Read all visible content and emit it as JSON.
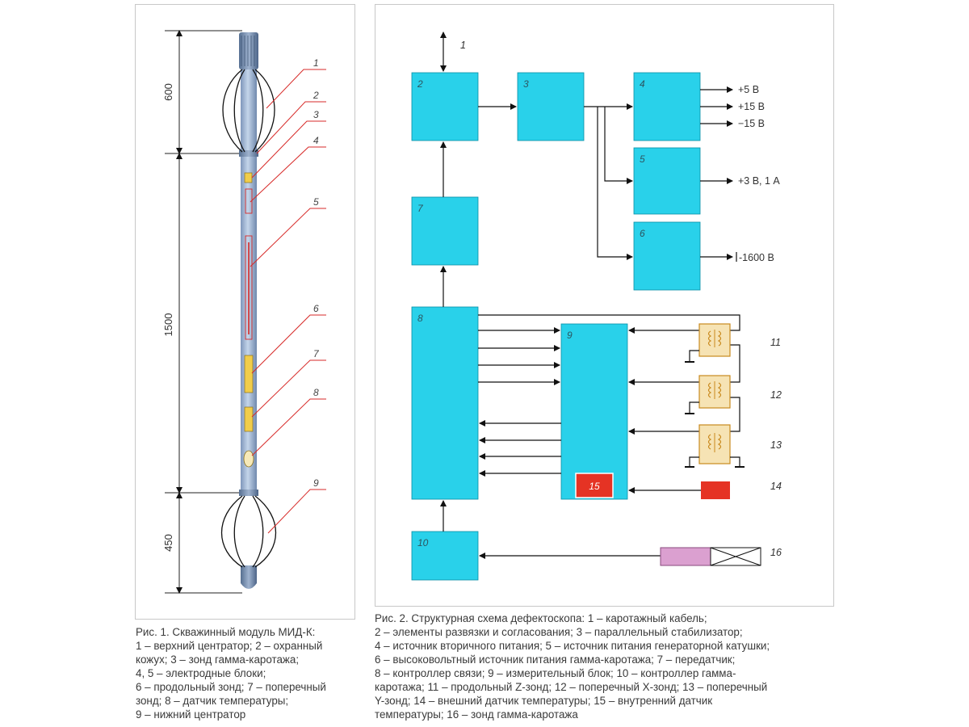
{
  "fig1": {
    "dimensions": [
      "600",
      "1500",
      "450"
    ],
    "callouts": [
      "1",
      "2",
      "3",
      "4",
      "5",
      "6",
      "7",
      "8",
      "9"
    ],
    "caption": [
      "Рис. 1. Скважинный модуль МИД-К:",
      "1 – верхний центратор; 2 – охранный",
      "кожух; 3 – зонд гамма-каротажа;",
      "4, 5 – электродные блоки;",
      "6 – продольный зонд; 7 – поперечный",
      "зонд; 8 – датчик температуры;",
      "9 – нижний центратор"
    ]
  },
  "fig2": {
    "blocks": {
      "b2": "2",
      "b3": "3",
      "b4": "4",
      "b5": "5",
      "b6": "6",
      "b7": "7",
      "b8": "8",
      "b9": "9",
      "b10": "10",
      "b15": "15"
    },
    "labels": {
      "cable": "1",
      "out_p5": "+5 В",
      "out_p15": "+15 В",
      "out_m15": "−15 В",
      "out_3v": "+3 В, 1 А",
      "out_1600": "-1600 В",
      "z11": "11",
      "z12": "12",
      "z13": "13",
      "z14": "14",
      "z16": "16"
    },
    "caption": [
      "Рис. 2. Структурная схема дефектоскопа: 1 – каротажный кабель;",
      "2 – элементы развязки и согласования; 3 – параллельный стабилизатор;",
      "4 – источник вторичного питания; 5 – источник питания генераторной катушки;",
      "6 – высоковольтный источник питания гамма-каротажа; 7 – передатчик;",
      "8 – контроллер связи; 9 – измерительный блок; 10 – контроллер гамма-",
      "каротажа; 11 – продольный Z-зонд; 12 – поперечный X-зонд; 13 – поперечный",
      "Y-зонд; 14 – внешний датчик температуры; 15 – внутренний датчик",
      "температуры; 16 – зонд гамма-каротажа"
    ]
  },
  "colors": {
    "block": "#29d1ea",
    "red": "#e53324",
    "probe": "#f6e3b4",
    "gamma_probe": "#dba0d0",
    "tube": "#a8bfdd",
    "leader": "#d72a28"
  }
}
